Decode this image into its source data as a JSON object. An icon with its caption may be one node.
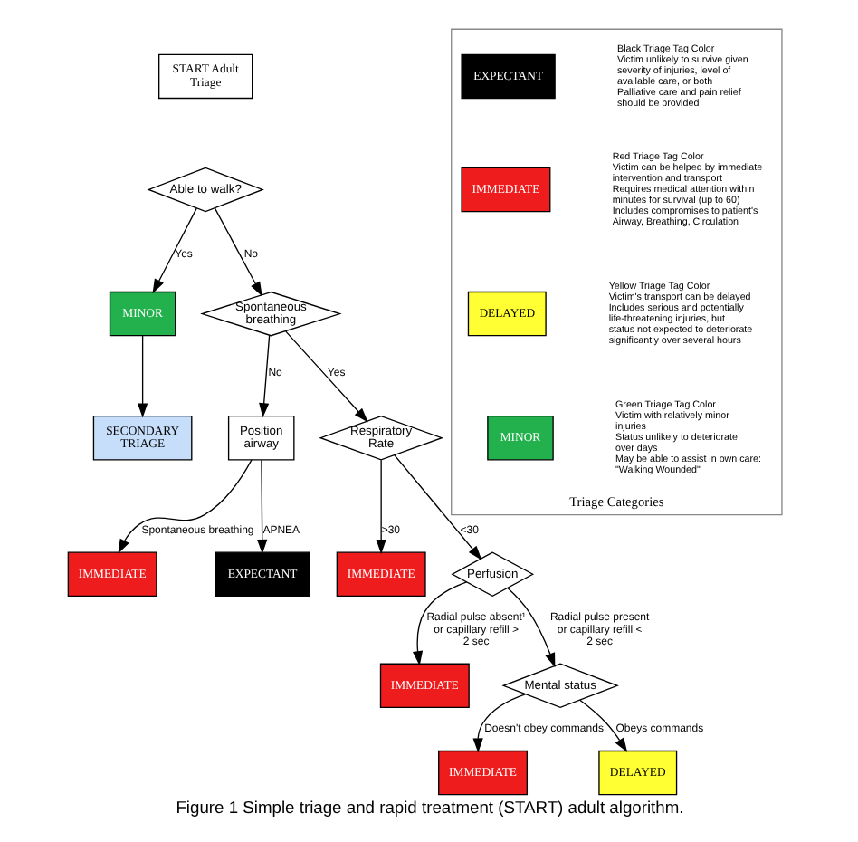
{
  "diagram": {
    "caption": "Figure 1 Simple triage and rapid treatment (START) adult algorithm.",
    "nodes": [
      {
        "text": [
          "START Adult Triage"
        ]
      },
      {
        "text": [
          "Able to walk?"
        ]
      },
      {
        "text": [
          "MINOR"
        ]
      },
      {
        "text": [
          "SECONDARY TRIAGE"
        ]
      },
      {
        "text": [
          "Spontaneous breathing"
        ]
      },
      {
        "text": [
          "Position airway"
        ]
      },
      {
        "text": [
          "IMMEDIATE"
        ]
      },
      {
        "text": [
          "EXPECTANT"
        ]
      },
      {
        "text": [
          "Triage Categories"
        ]
      },
      {
        "text": [
          "EXPECTANT"
        ],
        "in": 8,
        "beside": [
          "Black Triage Tag Color",
          "Victim unlikely to survive given severity of injuries, level of available care, or both",
          "Palliative care and pain relief should be provided"
        ]
      },
      {
        "text": [
          "IMMEDIATE"
        ],
        "in": 8,
        "beside": [
          "Red Triage Tag Color",
          "Victim can be helped by immediate intervention and transport",
          "Requires medical attention within minutes for survival (up to 60)",
          "Includes compromises to patient's Airway, Breathing, Circulation"
        ]
      },
      {
        "text": [
          "DELAYED"
        ],
        "in": 8,
        "beside": [
          "Yellow Triage Tag Color",
          "Victim's transport can be delayed",
          "Includes serious and potentially life-threatening injuries, but status not expected to deteriorate significantly over several hours"
        ]
      },
      {
        "text": [
          "MINOR"
        ],
        "in": 8,
        "beside": [
          "Green Triage Tag Color",
          "Victim with relatively minor injuries",
          "Status unlikely to deteriorate over days",
          "May be able to assist in own care: \"Walking Wounded\""
        ]
      },
      {
        "text": [
          "Respiratory Rate"
        ]
      },
      {
        "text": [
          "IMMEDIATE"
        ]
      },
      {
        "text": [
          "Perfusion"
        ]
      },
      {
        "text": [
          "IMMEDIATE"
        ]
      },
      {
        "text": [
          "Mental status"
        ]
      },
      {
        "text": [
          "IMMEDIATE"
        ]
      },
      {
        "text": [
          "DELAYED"
        ]
      }
    ],
    "edges": [
      {
        "from": 1,
        "to": 2,
        "arrow": "to",
        "label": "Yes"
      },
      {
        "from": 2,
        "to": 3,
        "arrow": "to"
      },
      {
        "from": 1,
        "to": 4,
        "arrow": "to",
        "label": "No"
      },
      {
        "from": 4,
        "to": 5,
        "arrow": "to",
        "label": "No"
      },
      {
        "from": 5,
        "to": 6,
        "arrow": "to",
        "label": "Spontaneous breathing"
      },
      {
        "from": 5,
        "to": 7,
        "arrow": "to",
        "label": "APNEA"
      },
      {
        "from": 4,
        "to": 13,
        "arrow": "to",
        "label": "Yes"
      },
      {
        "from": 13,
        "to": 14,
        "arrow": "to",
        "label": ">30"
      },
      {
        "from": 13,
        "to": 15,
        "arrow": "to",
        "label": "<30"
      },
      {
        "from": 15,
        "to": 16,
        "arrow": "to",
        "label": "Radial pulse absent¹ or capillary refill > 2 sec"
      },
      {
        "from": 15,
        "to": 17,
        "arrow": "to",
        "label": "Radial pulse present or capillary refill < 2 sec"
      },
      {
        "from": 17,
        "to": 18,
        "arrow": "to",
        "label": "Doesn't obey commands"
      },
      {
        "from": 17,
        "to": 19,
        "arrow": "to",
        "label": "Obeys commands"
      }
    ]
  }
}
